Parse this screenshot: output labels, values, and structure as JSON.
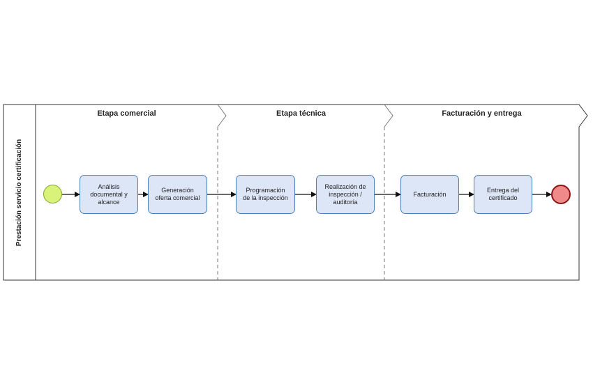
{
  "pool": {
    "label": "Prestación servicio certificación"
  },
  "phases": [
    {
      "title": "Etapa comercial"
    },
    {
      "title": "Etapa técnica"
    },
    {
      "title": "Facturación y entrega"
    }
  ],
  "tasks": [
    {
      "label": "Análisis\ndocumental y\nalcance"
    },
    {
      "label": "Generación\noferta comercial"
    },
    {
      "label": "Programación\nde la inspección"
    },
    {
      "label": "Realización de\ninspección /\nauditoría"
    },
    {
      "label": "Facturación"
    },
    {
      "label": "Entrega del\ncertificado"
    }
  ],
  "events": {
    "start": "start-event",
    "end": "end-event"
  },
  "colors": {
    "task_fill": "#dde6f7",
    "task_border": "#4d7eb5",
    "start_fill": "#d9f27a",
    "end_fill": "#f08a8a",
    "end_border": "#8e1414"
  }
}
